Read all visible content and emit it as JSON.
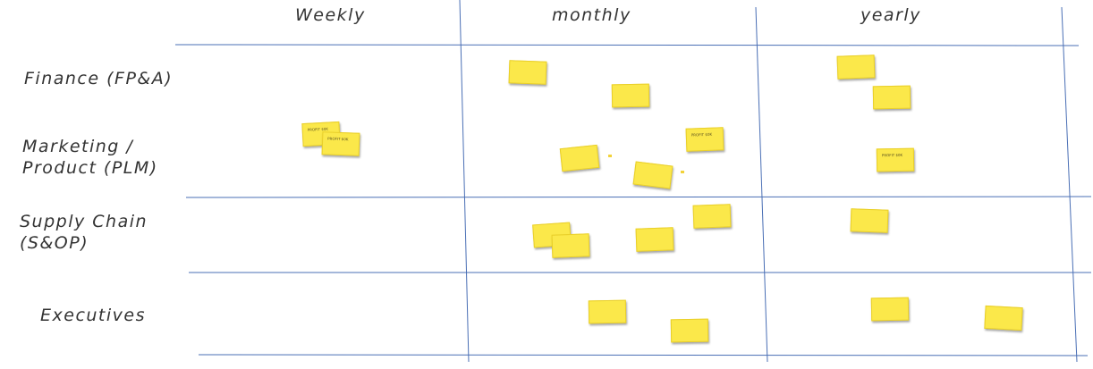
{
  "columns": [
    "Weekly",
    "monthly",
    "yearly"
  ],
  "rows": [
    "Finance (FP&A)",
    "Marketing /\nProduct (PLM)",
    "Supply Chain\n(S&OP)",
    "Executives"
  ],
  "note_color": "#fbe84a",
  "line_color": "#4a6fb5",
  "notes": [
    {
      "row": "Marketing / Product (PLM)",
      "column": "Weekly",
      "text": "PROFIT $0K"
    },
    {
      "row": "Marketing / Product (PLM)",
      "column": "Weekly",
      "text": "PROFIT $0K"
    },
    {
      "row": "Finance (FP&A)",
      "column": "monthly",
      "text": ""
    },
    {
      "row": "Finance (FP&A)",
      "column": "monthly",
      "text": ""
    },
    {
      "row": "Marketing / Product (PLM)",
      "column": "monthly",
      "text": "PROFIT $0K"
    },
    {
      "row": "Marketing / Product (PLM)",
      "column": "monthly",
      "text": ""
    },
    {
      "row": "Marketing / Product (PLM)",
      "column": "monthly",
      "text": ""
    },
    {
      "row": "Supply Chain (S&OP)",
      "column": "monthly",
      "text": ""
    },
    {
      "row": "Supply Chain (S&OP)",
      "column": "monthly",
      "text": ""
    },
    {
      "row": "Supply Chain (S&OP)",
      "column": "monthly",
      "text": ""
    },
    {
      "row": "Supply Chain (S&OP)",
      "column": "monthly",
      "text": ""
    },
    {
      "row": "Executives",
      "column": "monthly",
      "text": ""
    },
    {
      "row": "Executives",
      "column": "monthly",
      "text": ""
    },
    {
      "row": "Finance (FP&A)",
      "column": "yearly",
      "text": ""
    },
    {
      "row": "Finance (FP&A)",
      "column": "yearly",
      "text": ""
    },
    {
      "row": "Marketing / Product (PLM)",
      "column": "yearly",
      "text": "PROFIT $0K"
    },
    {
      "row": "Supply Chain (S&OP)",
      "column": "yearly",
      "text": ""
    },
    {
      "row": "Executives",
      "column": "yearly",
      "text": ""
    },
    {
      "row": "Executives",
      "column": "yearly",
      "text": ""
    }
  ]
}
